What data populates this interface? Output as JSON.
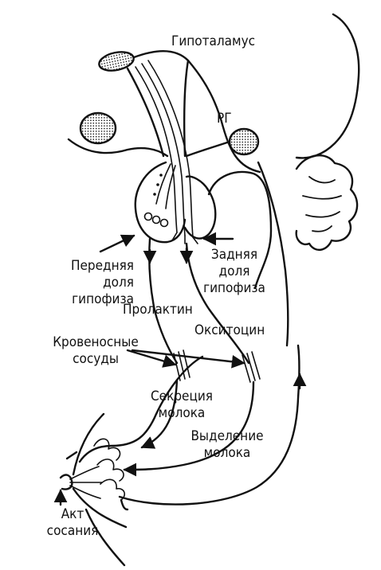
{
  "colors": {
    "ink": "#111111",
    "paper": "#ffffff"
  },
  "labels": {
    "hypothalamus": "Гипоталамус",
    "rg": "РГ",
    "anterior_pituitary": "Передняя\nдоля\nгипофиза",
    "posterior_pituitary": "Задняя\nдоля\nгипофиза",
    "prolactin": "Пролактин",
    "oxytocin": "Окситоцин",
    "blood_vessels": "Кровеносные\nсосуды",
    "milk_secretion": "Секреция\nмолока",
    "milk_ejection": "Выделение\nмолока",
    "suckling_act": "Акт\nсосания"
  }
}
